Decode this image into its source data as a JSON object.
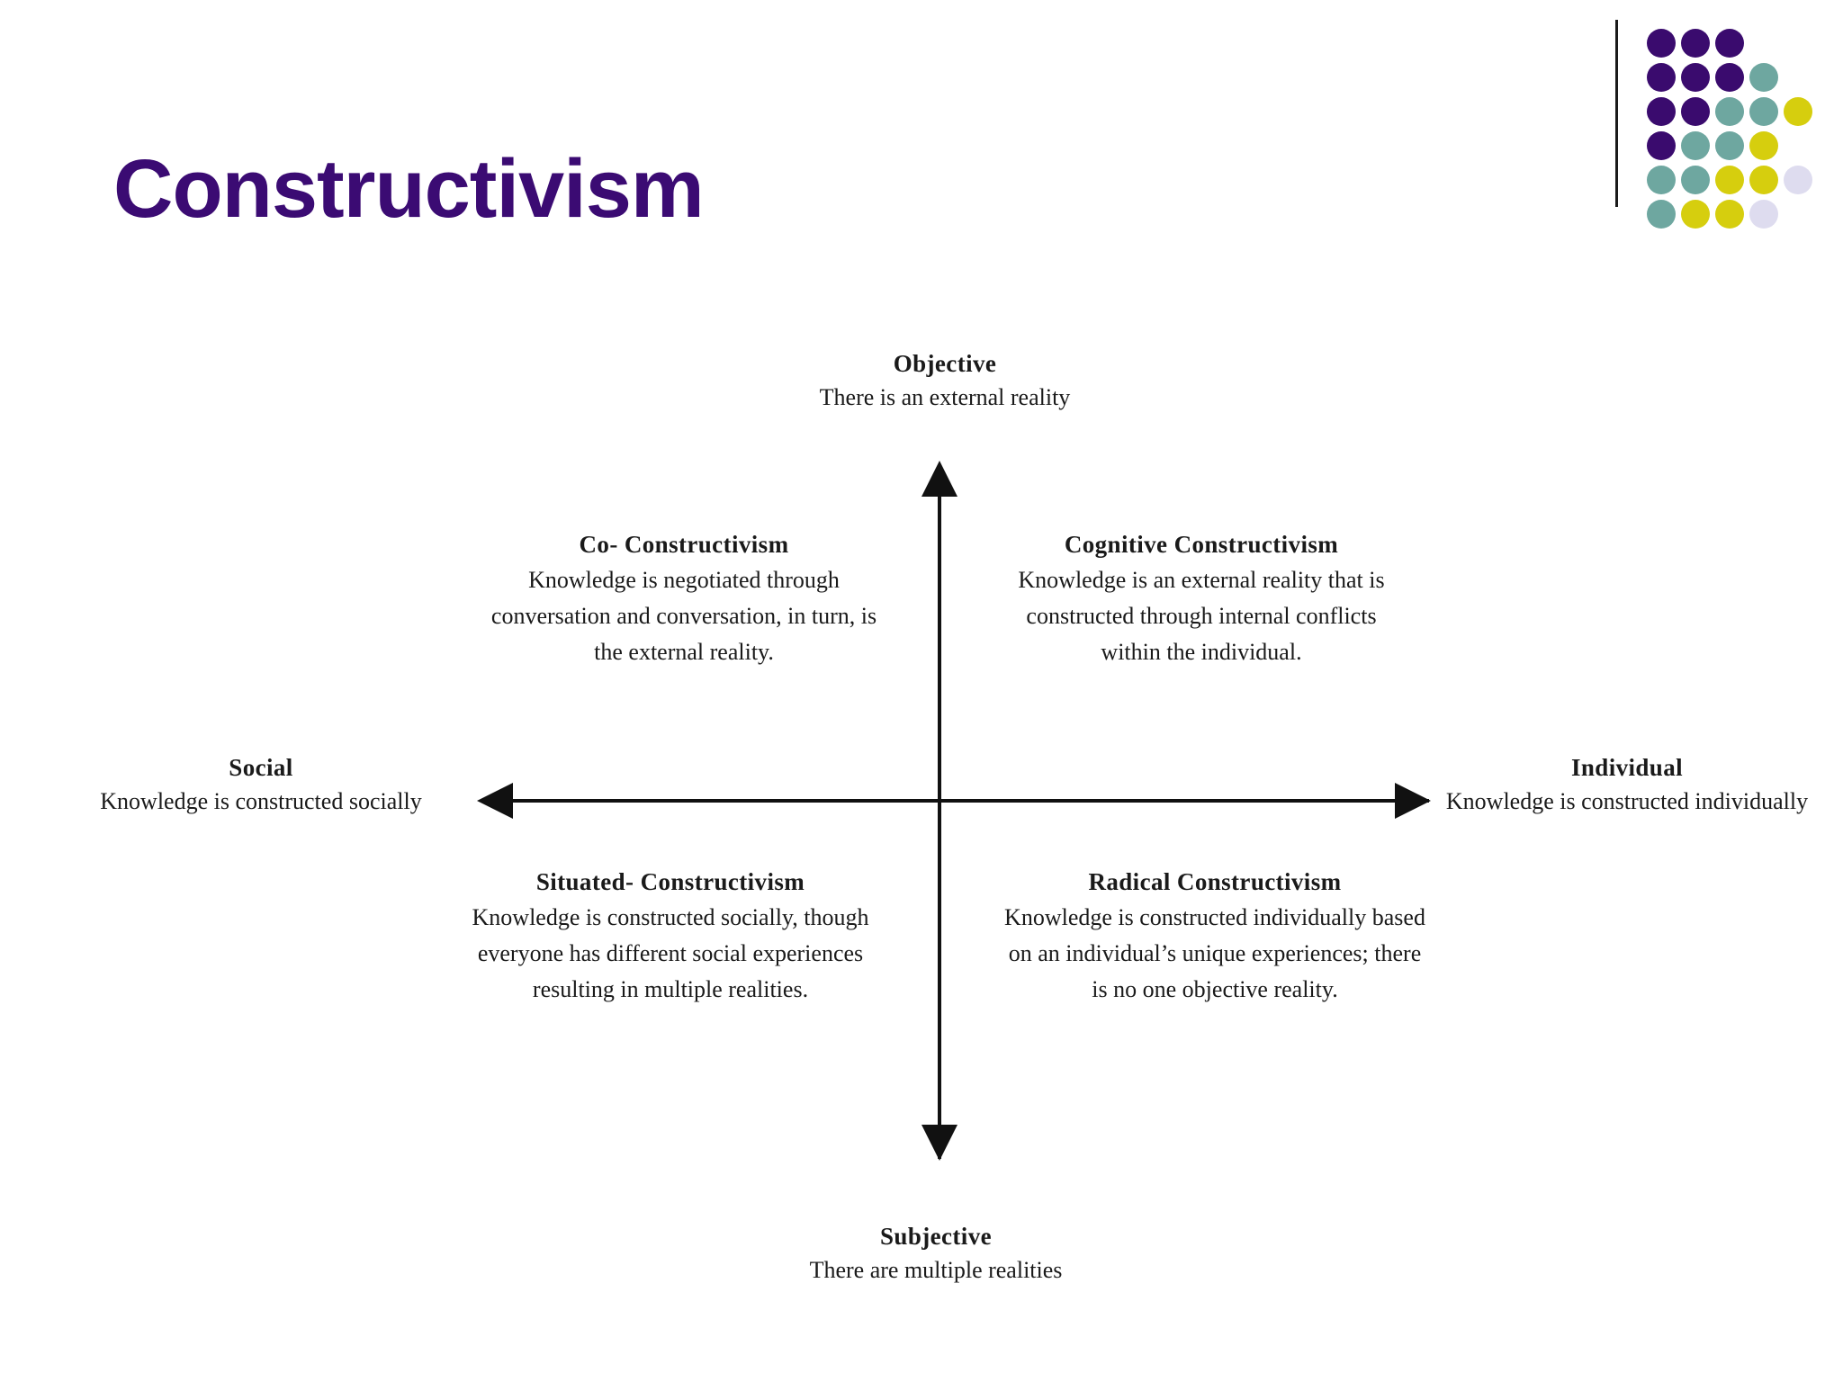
{
  "slide": {
    "title": "Constructivism"
  },
  "logo": {
    "name": "dot-grid-logo",
    "colors": {
      "purple": "#3A0B6E",
      "teal": "#6EA7A0",
      "yellow": "#D6CE0E",
      "lavender": "#DEDCEF"
    },
    "rows": [
      [
        "purple",
        "purple",
        "purple"
      ],
      [
        "purple",
        "purple",
        "purple",
        "teal"
      ],
      [
        "purple",
        "purple",
        "teal",
        "teal",
        "yellow"
      ],
      [
        "purple",
        "teal",
        "teal",
        "yellow"
      ],
      [
        "teal",
        "teal",
        "yellow",
        "yellow",
        "lavender"
      ],
      [
        "teal",
        "yellow",
        "yellow",
        "lavender"
      ]
    ]
  },
  "diagram": {
    "axes": {
      "top": {
        "title": "Objective",
        "desc": "There is an external reality"
      },
      "bottom": {
        "title": "Subjective",
        "desc": "There are multiple realities"
      },
      "left": {
        "title": "Social",
        "desc": "Knowledge is constructed socially"
      },
      "right": {
        "title": "Individual",
        "desc": "Knowledge is constructed individually"
      }
    },
    "quadrants": {
      "top_left": {
        "title": "Co- Constructivism",
        "desc": "Knowledge is negotiated through conversation and conversation, in turn, is the external reality."
      },
      "top_right": {
        "title": "Cognitive Constructivism",
        "desc": "Knowledge is an external reality that is constructed through internal conflicts within the individual."
      },
      "bottom_left": {
        "title": "Situated- Constructivism",
        "desc": "Knowledge is constructed socially, though everyone has different social experiences resulting in multiple realities."
      },
      "bottom_right": {
        "title": "Radical Constructivism",
        "desc": "Knowledge is constructed individually based on an individual’s unique experiences; there is no one objective reality."
      }
    }
  }
}
